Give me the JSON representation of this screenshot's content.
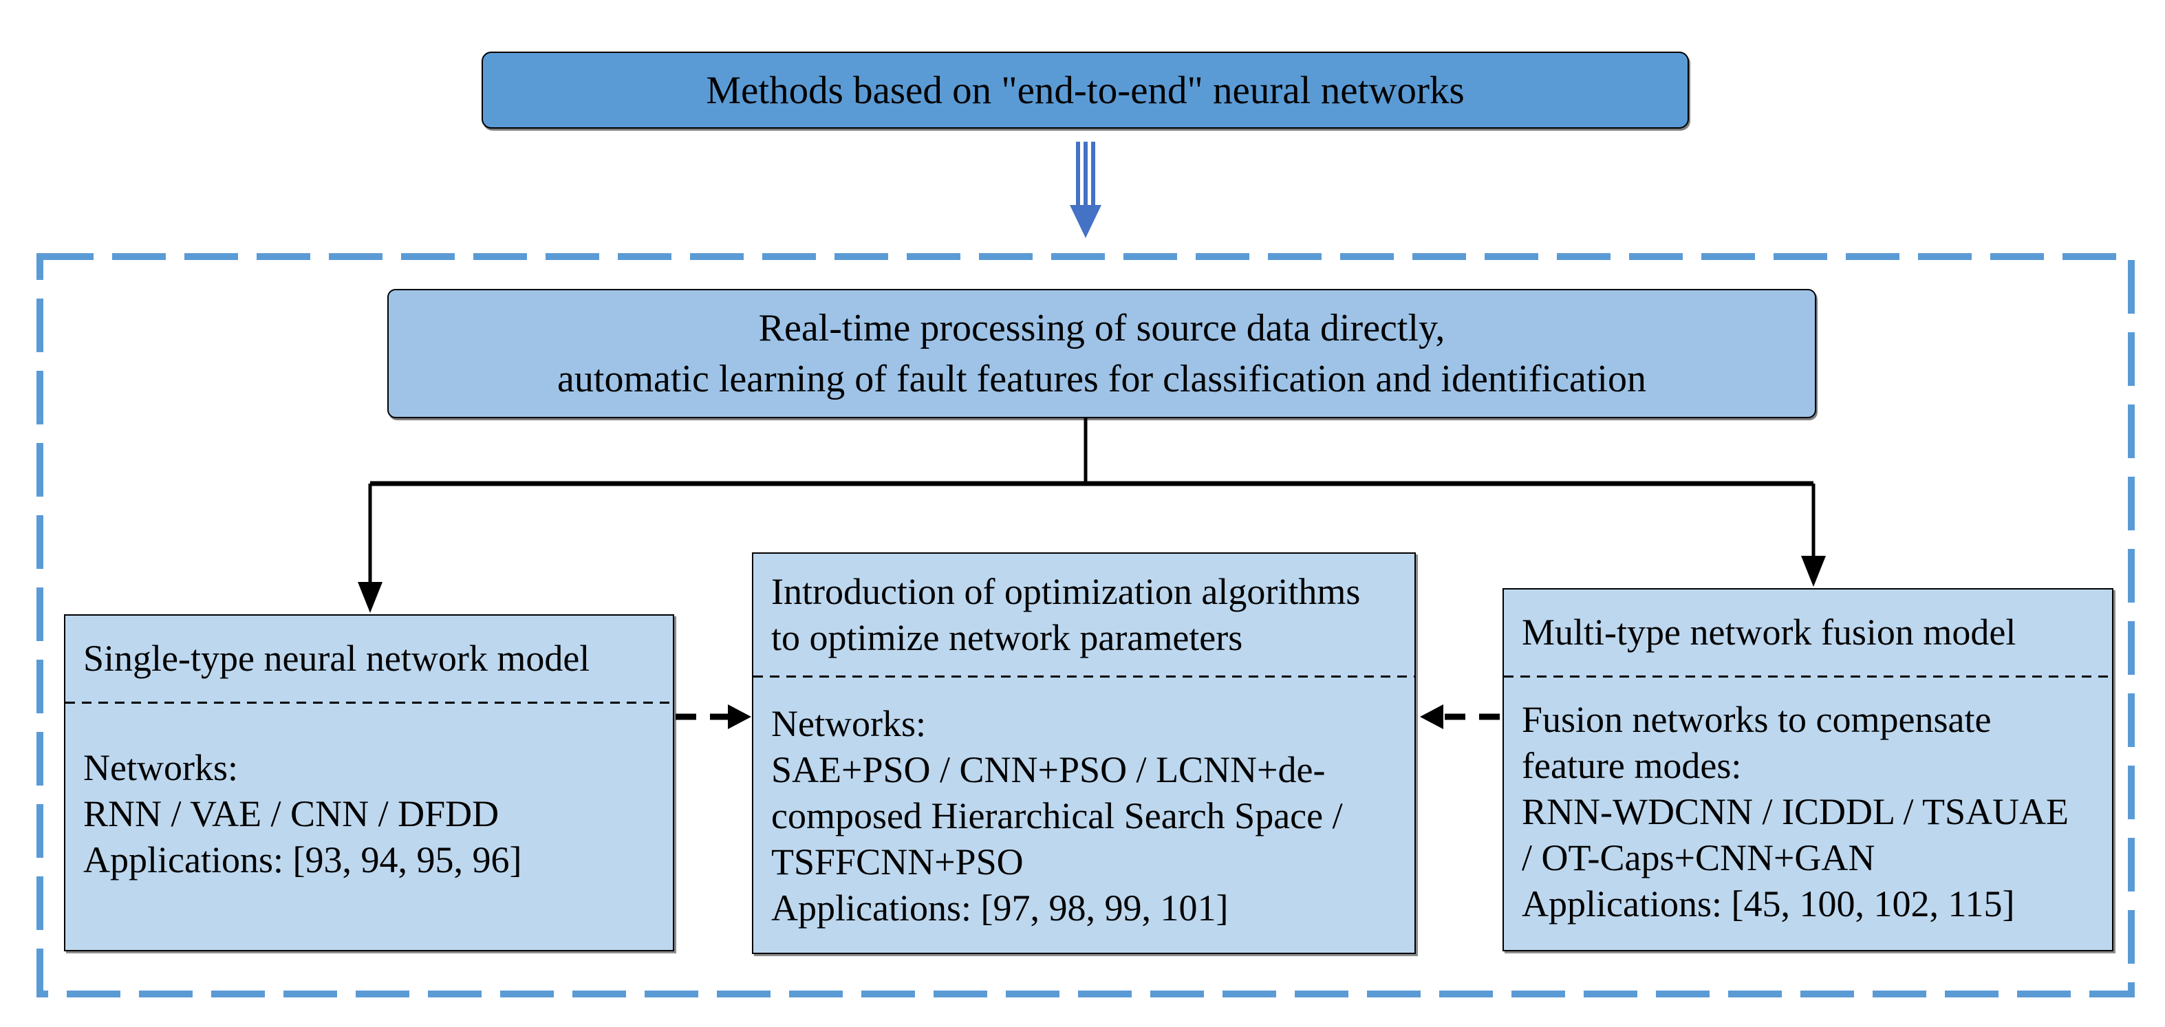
{
  "colors": {
    "root_box_fill": "#5B9BD5",
    "summary_box_fill": "#9EC3E7",
    "branch_box_fill": "#BDD7EE",
    "container_dashed_border": "#5B9BD5",
    "down_arrow_blue": "#4472C4",
    "connector_black": "#000000",
    "text": "#000000"
  },
  "icons": {
    "down_arrow": "triple-line-down-arrow",
    "tree_arrowheads": "solid-black-triangles",
    "dashed_arrows": "black-dashed-horizontal-arrows"
  },
  "diagram": {
    "root_box": {
      "label": "Methods based on \"end-to-end\" neural networks"
    },
    "summary_box": {
      "lines": [
        "Real-time processing of source data directly,",
        "automatic learning of fault features for classification and identification"
      ]
    },
    "branches": [
      {
        "title_lines": [
          "Single-type neural network model"
        ],
        "body_lines": [
          "Networks:",
          "RNN / VAE / CNN / DFDD",
          "Applications: [93, 94, 95, 96]"
        ]
      },
      {
        "title_lines": [
          "Introduction of optimization algorithms",
          "to optimize network parameters"
        ],
        "body_lines": [
          "Networks:",
          "SAE+PSO / CNN+PSO / LCNN+de-",
          "composed Hierarchical Search Space /",
          "TSFFCNN+PSO",
          "Applications: [97, 98, 99, 101]"
        ]
      },
      {
        "title_lines": [
          "Multi-type network fusion model"
        ],
        "body_lines": [
          "Fusion networks to compensate",
          "feature modes:",
          "RNN-WDCNN / ICDDL / TSAUAE",
          "/ OT-Caps+CNN+GAN",
          "Applications: [45, 100, 102, 115]"
        ]
      }
    ]
  }
}
